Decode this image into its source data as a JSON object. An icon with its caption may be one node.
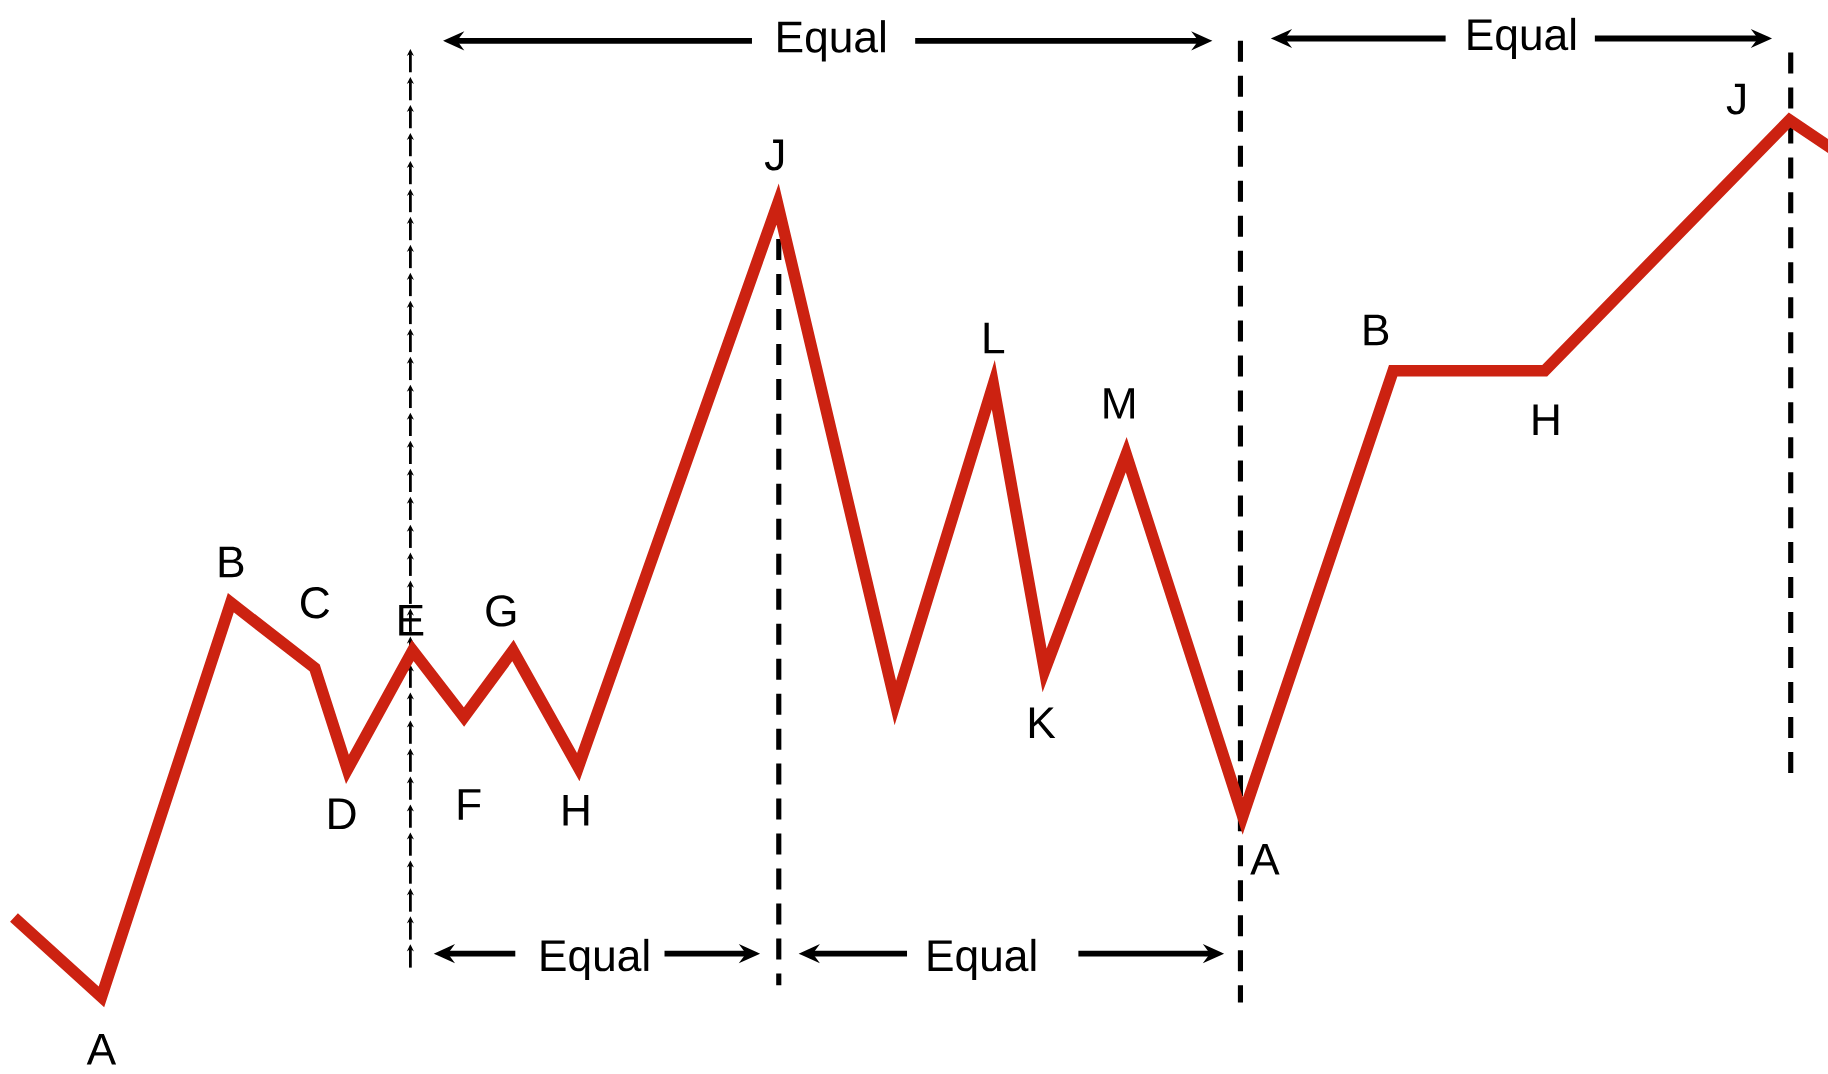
{
  "diagram": {
    "labels": [
      "Equal",
      "Equal",
      "J",
      "J",
      "B",
      "L",
      "M",
      "H",
      "B",
      "C",
      "G",
      "E",
      "K",
      "F",
      "H",
      "D",
      "A",
      "Equal",
      "Equal",
      "A"
    ]
  }
}
